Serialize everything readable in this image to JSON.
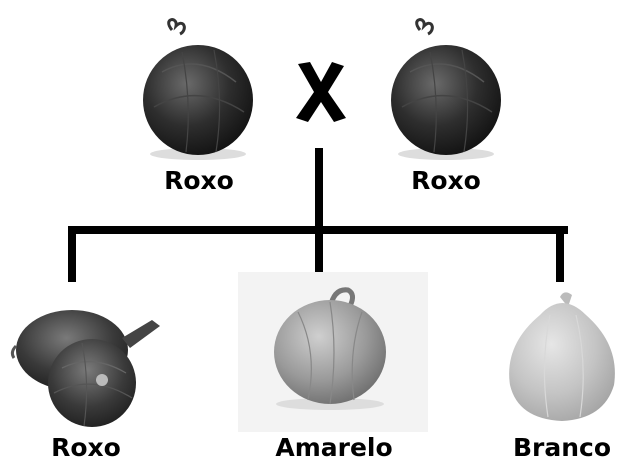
{
  "parents": [
    {
      "label": "Roxo"
    },
    {
      "label": "Roxo"
    }
  ],
  "cross_symbol": "cross-icon",
  "children": [
    {
      "label": "Roxo"
    },
    {
      "label": "Amarelo"
    },
    {
      "label": "Branco"
    }
  ],
  "colors": {
    "line": "#000000",
    "roxo_onion": "#2b2b2b",
    "amarelo_onion": "#9a9a9a",
    "branco_onion": "#c4c4c4"
  }
}
